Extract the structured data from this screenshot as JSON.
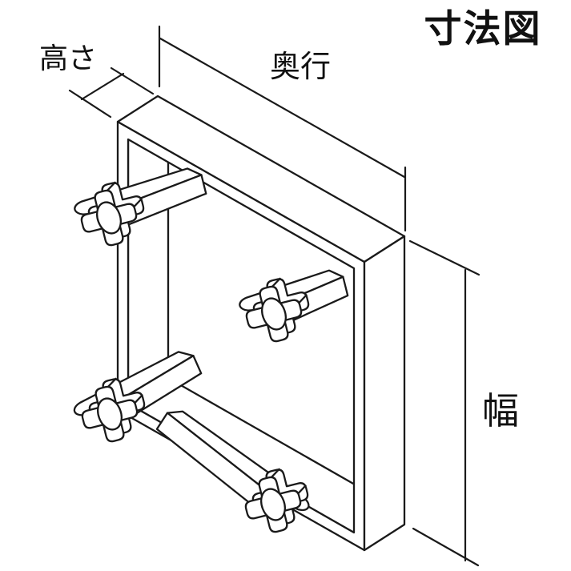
{
  "title": "寸法図",
  "dimension_labels": {
    "height": "高さ",
    "depth": "奥行",
    "width": "幅"
  },
  "diagram": {
    "type": "isometric-technical-line-drawing",
    "subject": "square mounting frame with four wing-knob clamps",
    "clamp_count": 4
  },
  "colors": {
    "line": "#1a1a1a",
    "background": "#ffffff"
  }
}
